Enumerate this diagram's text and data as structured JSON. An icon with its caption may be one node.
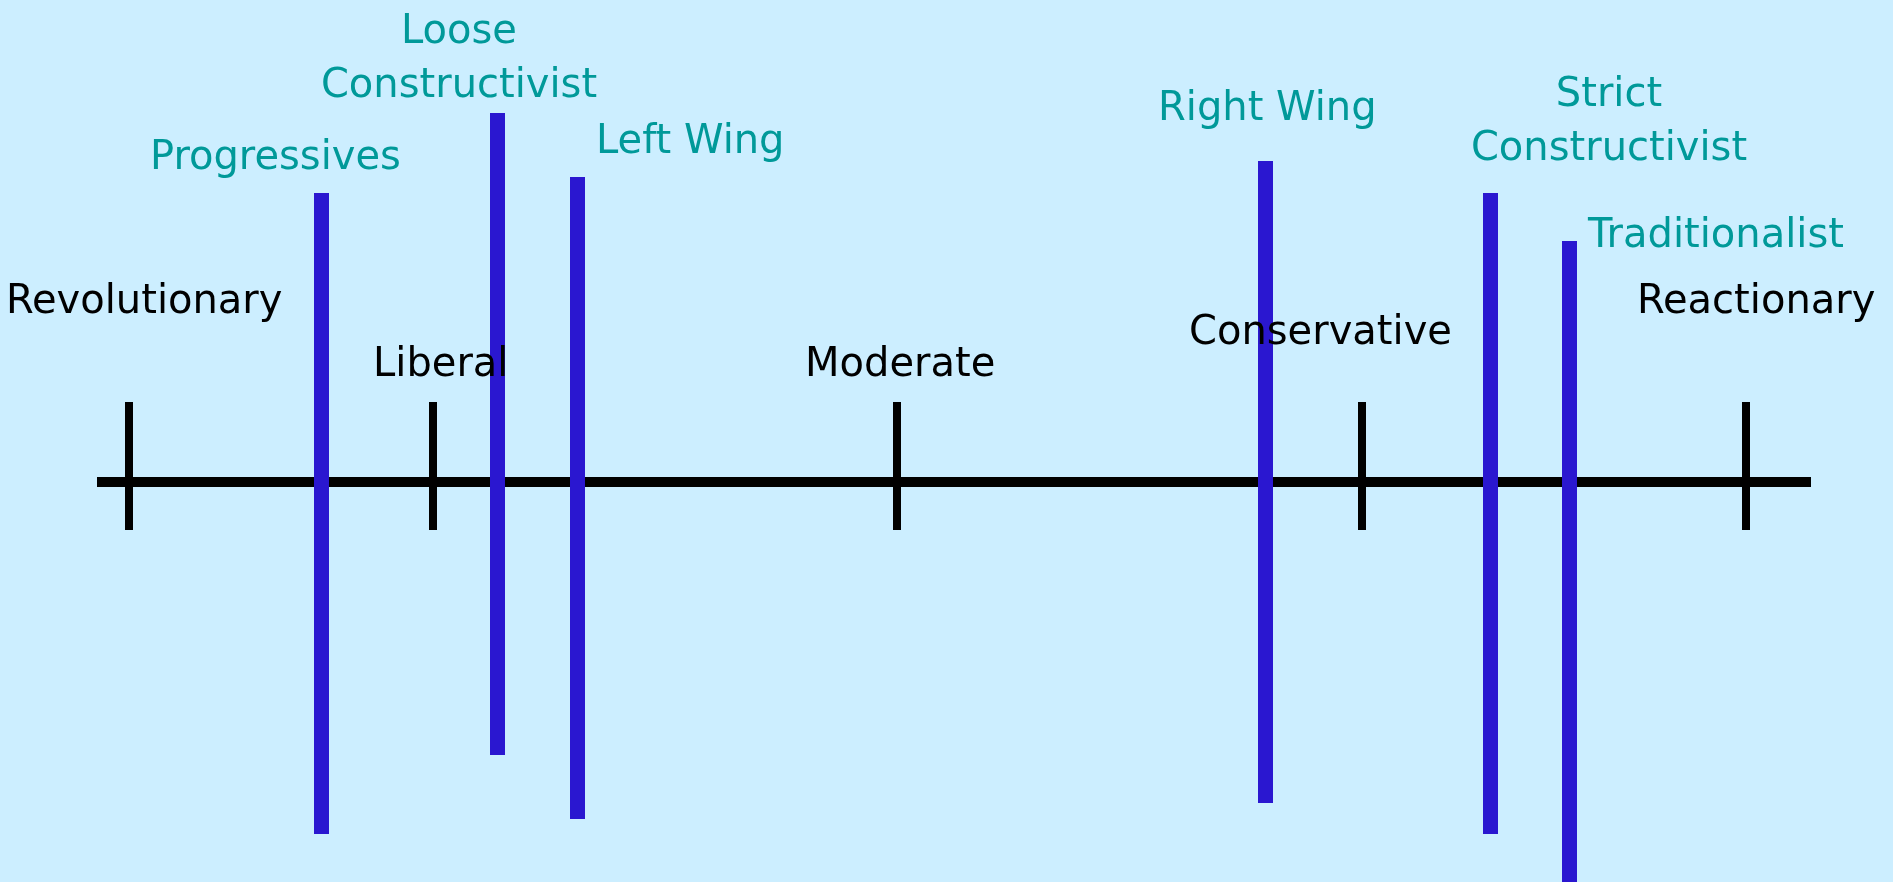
{
  "diagram": {
    "labels": [
      "Loose Constructivist",
      "Strict Constructivist",
      "Right Wing",
      "Left Wing",
      "Progressives",
      "Traditionalist",
      "Revolutionary",
      "Reactionary",
      "Conservative",
      "Liberal",
      "Moderate"
    ]
  }
}
